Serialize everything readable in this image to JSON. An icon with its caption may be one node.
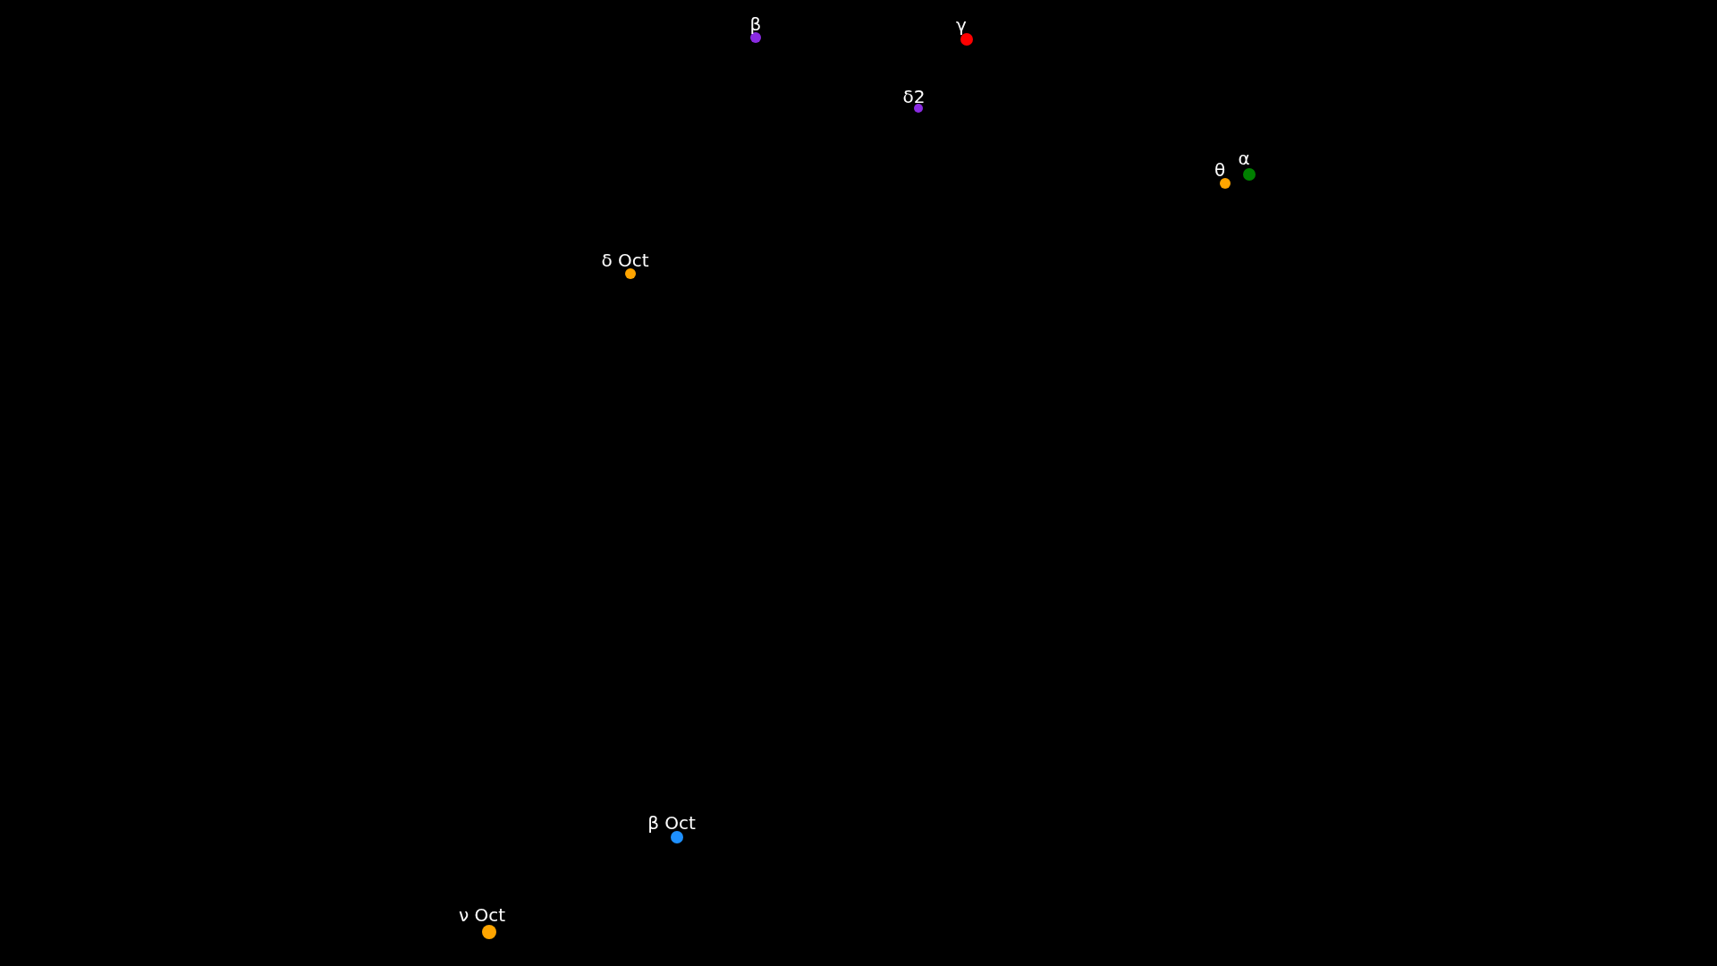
{
  "diagram": {
    "nodes": [
      {
        "text": [
          "β"
        ]
      },
      {
        "text": [
          "γ"
        ]
      },
      {
        "text": [
          "δ2"
        ]
      },
      {
        "text": [
          "θ"
        ]
      },
      {
        "text": [
          "α"
        ]
      },
      {
        "text": [
          "δ Oct"
        ]
      },
      {
        "text": [
          "β Oct"
        ]
      },
      {
        "text": [
          "ν Oct"
        ]
      }
    ]
  }
}
